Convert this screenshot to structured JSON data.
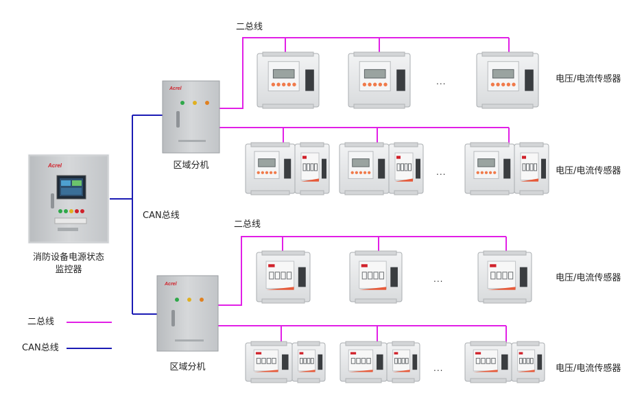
{
  "colors": {
    "two_bus": "#e11ee6",
    "can_bus": "#1a1ab4",
    "cabinet_body": "#c9cccf",
    "device_body": "#e6e7e8",
    "device_button": "#f07a4a",
    "device_screen": "#9aa3a0",
    "brand_red": "#d0212a"
  },
  "icons": [
    "cabinet-icon",
    "lcd-screen-icon",
    "din-rail-device-icon",
    "indicator-lamp-icon"
  ],
  "brand": {
    "logo_text": "Acrel"
  },
  "monitor": {
    "label_line1": "消防设备电源状态",
    "label_line2": "监控器"
  },
  "can_bus_label": "CAN总线",
  "zone_units": [
    {
      "label": "区域分机"
    },
    {
      "label": "区域分机"
    }
  ],
  "bus_labels": {
    "top": "二总线",
    "middle": "二总线"
  },
  "sensor_rows": [
    {
      "label": "电压/电流传感器",
      "ellipsis": "..."
    },
    {
      "label": "电压/电流传感器",
      "ellipsis": "..."
    },
    {
      "label": "电压/电流传感器",
      "ellipsis": "..."
    },
    {
      "label": "电压/电流传感器",
      "ellipsis": "..."
    }
  ],
  "legend": [
    {
      "label": "二总线"
    },
    {
      "label": "CAN总线"
    }
  ]
}
